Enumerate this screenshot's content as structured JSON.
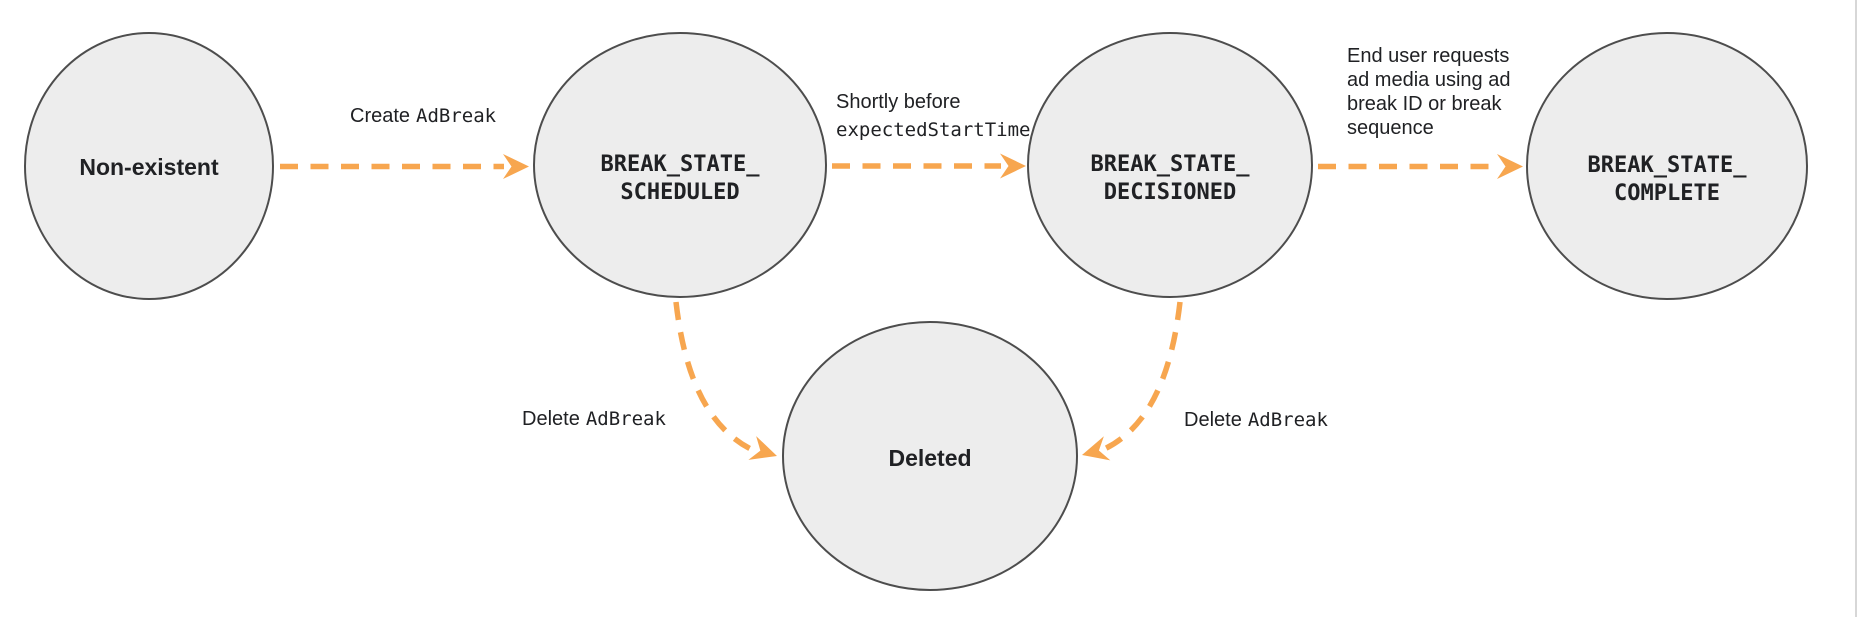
{
  "colors": {
    "background": "#ffffff",
    "arrow_orange": "#f7a64f",
    "node_fill": "#ededed",
    "node_stroke": "#4d4d4d",
    "text_dark": "#202124"
  },
  "nodes": {
    "non_existent": {
      "label": "Non-existent"
    },
    "scheduled": {
      "line1": "BREAK_STATE_",
      "line2": "SCHEDULED"
    },
    "decisioned": {
      "line1": "BREAK_STATE_",
      "line2": "DECISIONED"
    },
    "complete": {
      "line1": "BREAK_STATE_",
      "line2": "COMPLETE"
    },
    "deleted": {
      "label": "Deleted"
    }
  },
  "edges": {
    "create": {
      "text": "Create",
      "code": "AdBreak"
    },
    "shortly_before": {
      "text": "Shortly before",
      "code": "expectedStartTime"
    },
    "end_user_request": {
      "line1": "End user requests",
      "line2": "ad media using ad",
      "line3": "break ID or break",
      "line4": "sequence"
    },
    "delete_from_scheduled": {
      "text": "Delete",
      "code": "AdBreak"
    },
    "delete_from_decisioned": {
      "text": "Delete",
      "code": "AdBreak"
    }
  }
}
